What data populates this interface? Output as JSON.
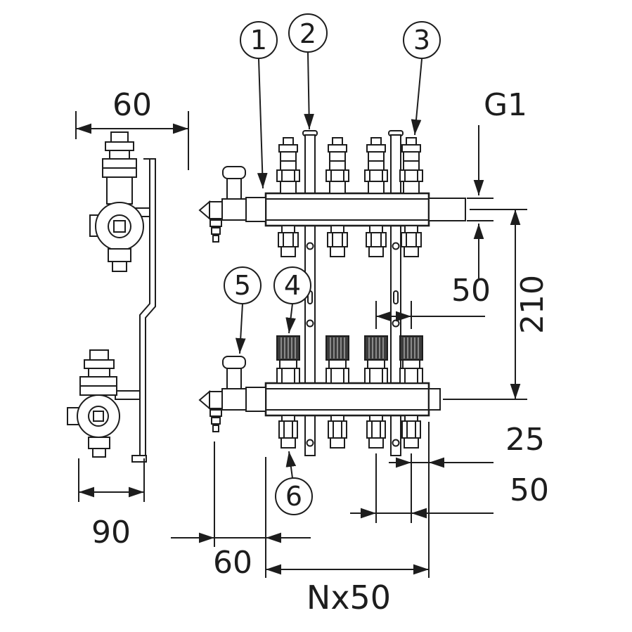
{
  "callouts": {
    "c1": "1",
    "c2": "2",
    "c3": "3",
    "c4": "4",
    "c5": "5",
    "c6": "6"
  },
  "dimensions": {
    "side_depth": "60",
    "side_width": "90",
    "connection_thread": "G1",
    "overall_height": "210",
    "outlet_spacing_top": "50",
    "end_offset": "25",
    "outlet_spacing_bottom": "50",
    "left_offset": "60",
    "total_length": "Nx50"
  },
  "colors": {
    "line": "#1d1d1d",
    "cap_fill": "#3c3c3c",
    "background": "#ffffff"
  }
}
